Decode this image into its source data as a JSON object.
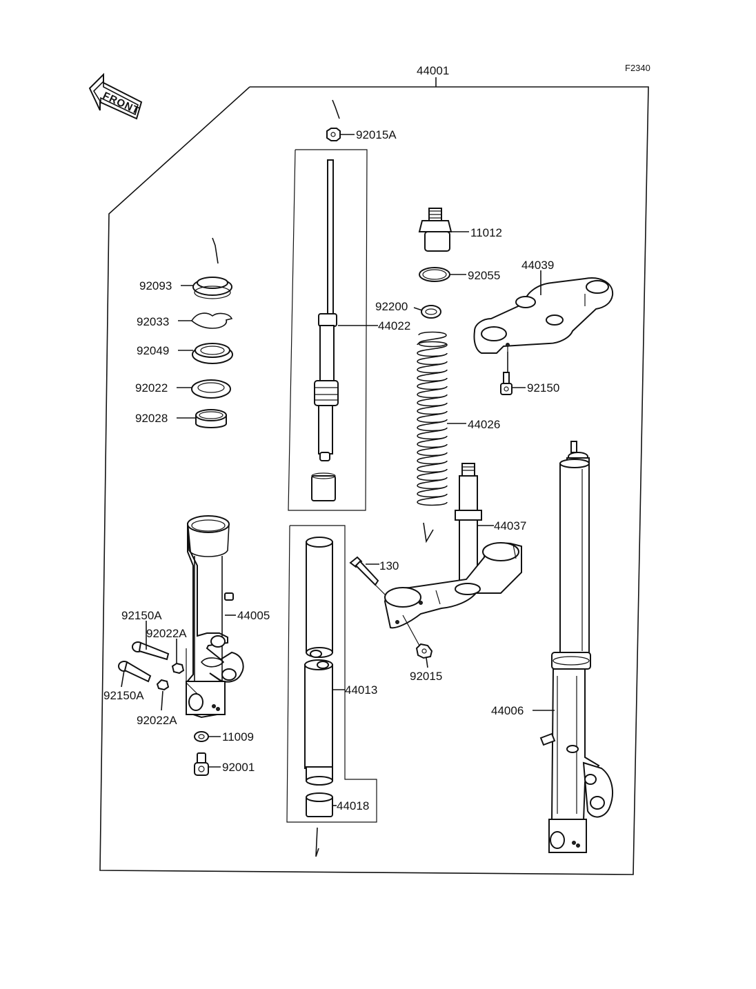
{
  "diagram": {
    "figure_code": "F2340",
    "direction_label": "FRONT",
    "labels": {
      "p44001": "44001",
      "p92015A": "92015A",
      "p11012": "11012",
      "p92055": "92055",
      "p44039": "44039",
      "p92200": "92200",
      "p44022": "44022",
      "p92150": "92150",
      "p92093": "92093",
      "p92033": "92033",
      "p92049": "92049",
      "p92022": "92022",
      "p92028": "92028",
      "p44026": "44026",
      "p44037": "44037",
      "p130": "130",
      "p44005": "44005",
      "p92150A_top": "92150A",
      "p92022A_top": "92022A",
      "p92150A_bottom": "92150A",
      "p92022A_bottom": "92022A",
      "p92015": "92015",
      "p44013": "44013",
      "p44006": "44006",
      "p11009": "11009",
      "p92001": "92001",
      "p44018": "44018"
    }
  }
}
